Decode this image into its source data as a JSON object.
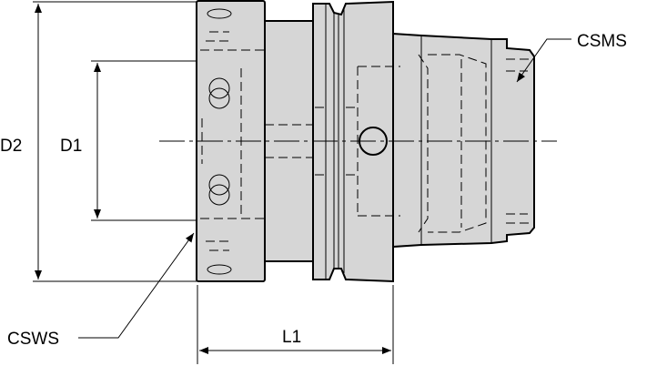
{
  "labels": {
    "d2": "D2",
    "d1": "D1",
    "l1": "L1",
    "csms": "CSMS",
    "csws": "CSWS"
  },
  "colors": {
    "part_fill": "#d6d6d6",
    "line": "#000000"
  }
}
